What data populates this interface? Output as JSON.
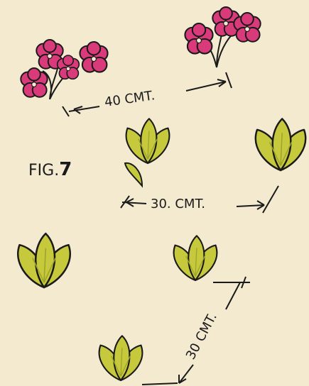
{
  "figure": {
    "label_prefix": "FIG.",
    "label_number": "7"
  },
  "dimensions": [
    {
      "id": "flower-spacing",
      "text": "40 CMT."
    },
    {
      "id": "leaf-spacing-horizontal",
      "text": "30. CMT."
    },
    {
      "id": "leaf-spacing-diagonal",
      "text": "30 CMT."
    }
  ],
  "colors": {
    "paper": "#f3ead0",
    "flower": "#d93a7a",
    "flower_shade": "#a8225a",
    "leaf": "#c6c93c",
    "leaf_shade": "#9fa42a",
    "ink": "#1a1a1a"
  }
}
